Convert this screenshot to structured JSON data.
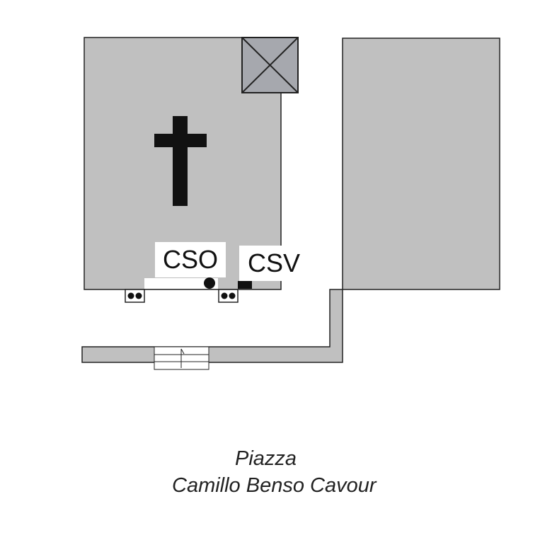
{
  "map": {
    "colors": {
      "building_fill": "#c0c0c0",
      "tower_fill": "#a6a8ae",
      "outline": "#222222",
      "symbol": "#111111",
      "background": "#ffffff"
    },
    "icons": {
      "church": "cross-icon",
      "bell_tower": "crossed-square-icon",
      "cso_marker": "filled-circle-icon",
      "csv_marker": "filled-rectangle-icon",
      "bollards": "double-dot-icon",
      "stairs": "stair-arrow-icon"
    },
    "labels": {
      "cso": "CSO",
      "csv": "CSV"
    },
    "caption": {
      "line1": "Piazza",
      "line2": "Camillo Benso Cavour"
    }
  }
}
